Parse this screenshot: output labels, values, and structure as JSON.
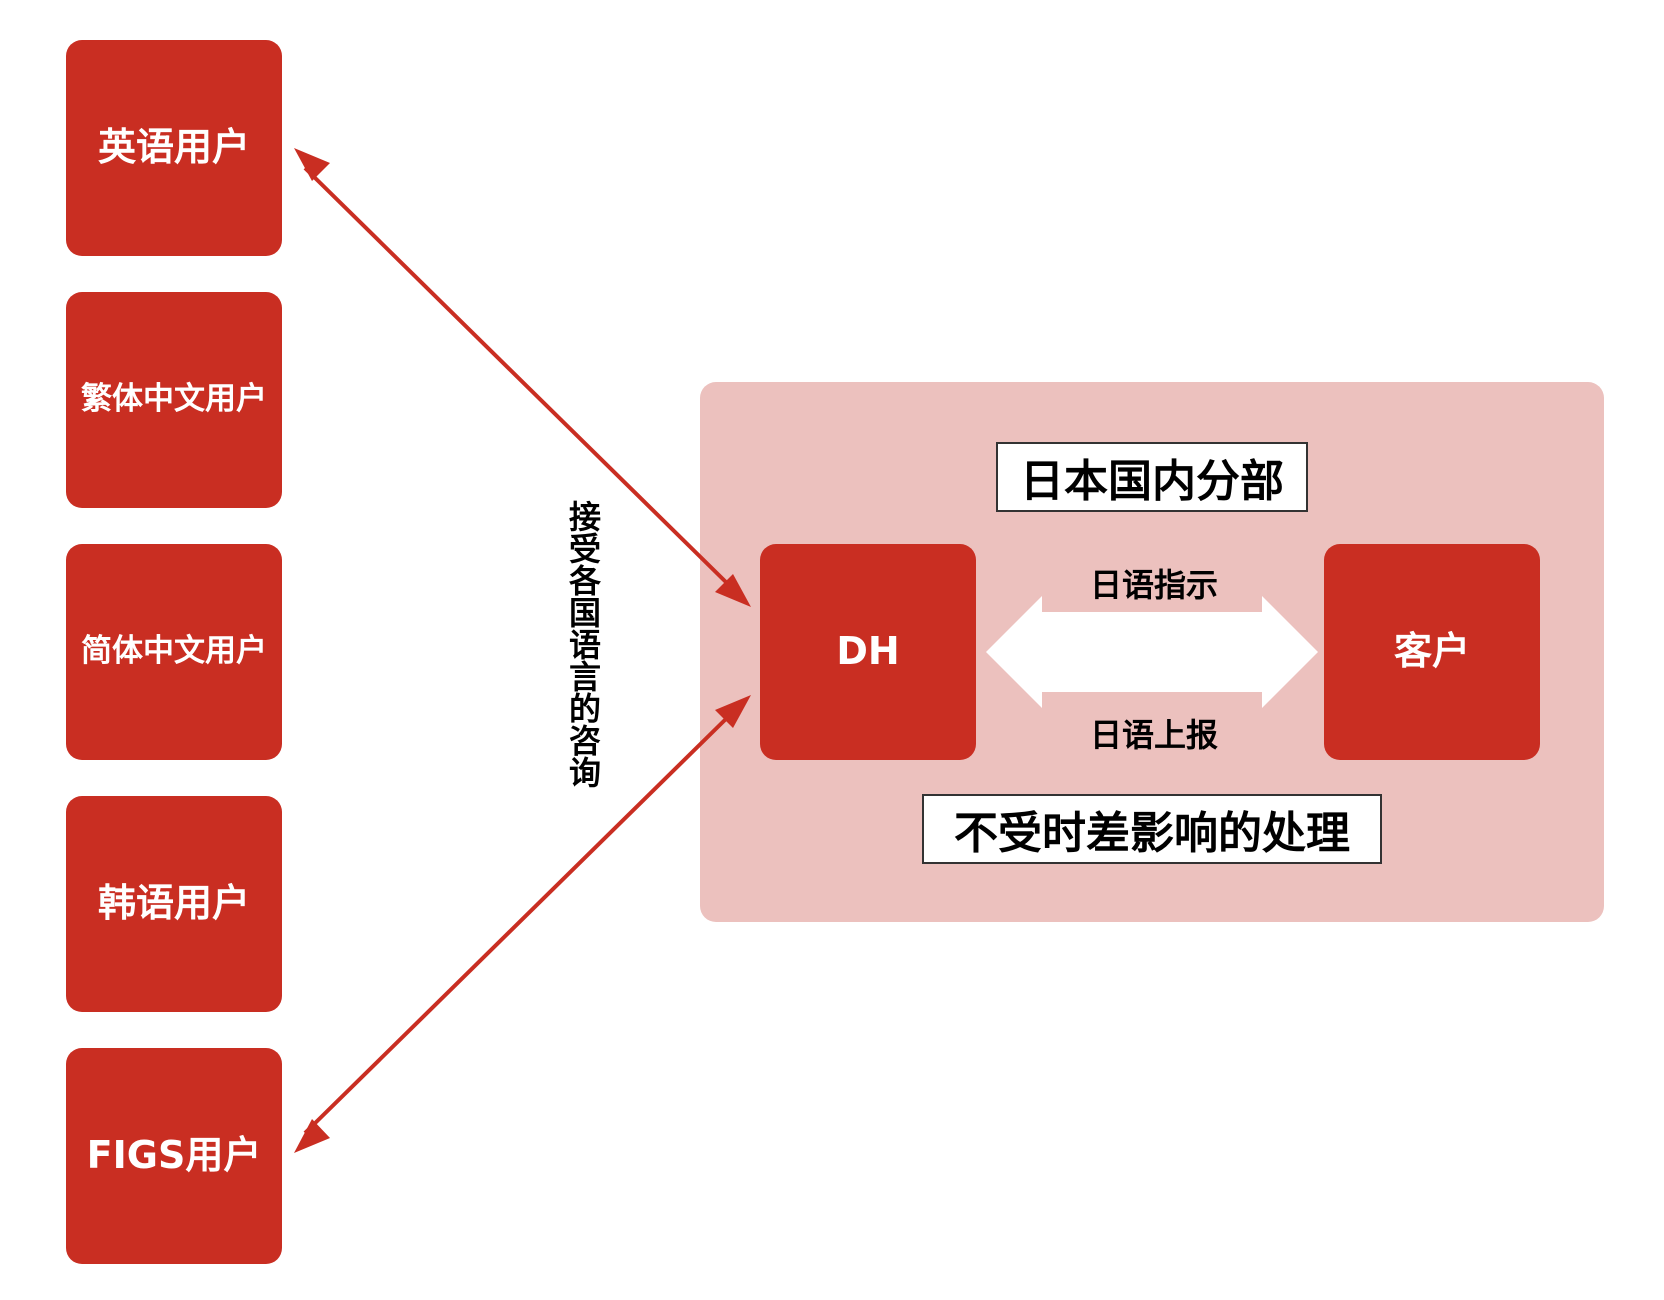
{
  "users": [
    {
      "label": "英语用户"
    },
    {
      "label": "繁体中文用户"
    },
    {
      "label": "简体中文用户"
    },
    {
      "label": "韩语用户"
    },
    {
      "label": "FIGS用户"
    }
  ],
  "consult_label": "接受各国语言的咨询",
  "branch": {
    "title": "日本国内分部",
    "footer": "不受时差影响的处理",
    "dh_label": "DH",
    "client_label": "客户",
    "instruction_label": "日语指示",
    "report_label": "日语上报"
  },
  "colors": {
    "box": "#c92e22",
    "panel": "#ecc1be",
    "arrow": "#c92e22"
  }
}
